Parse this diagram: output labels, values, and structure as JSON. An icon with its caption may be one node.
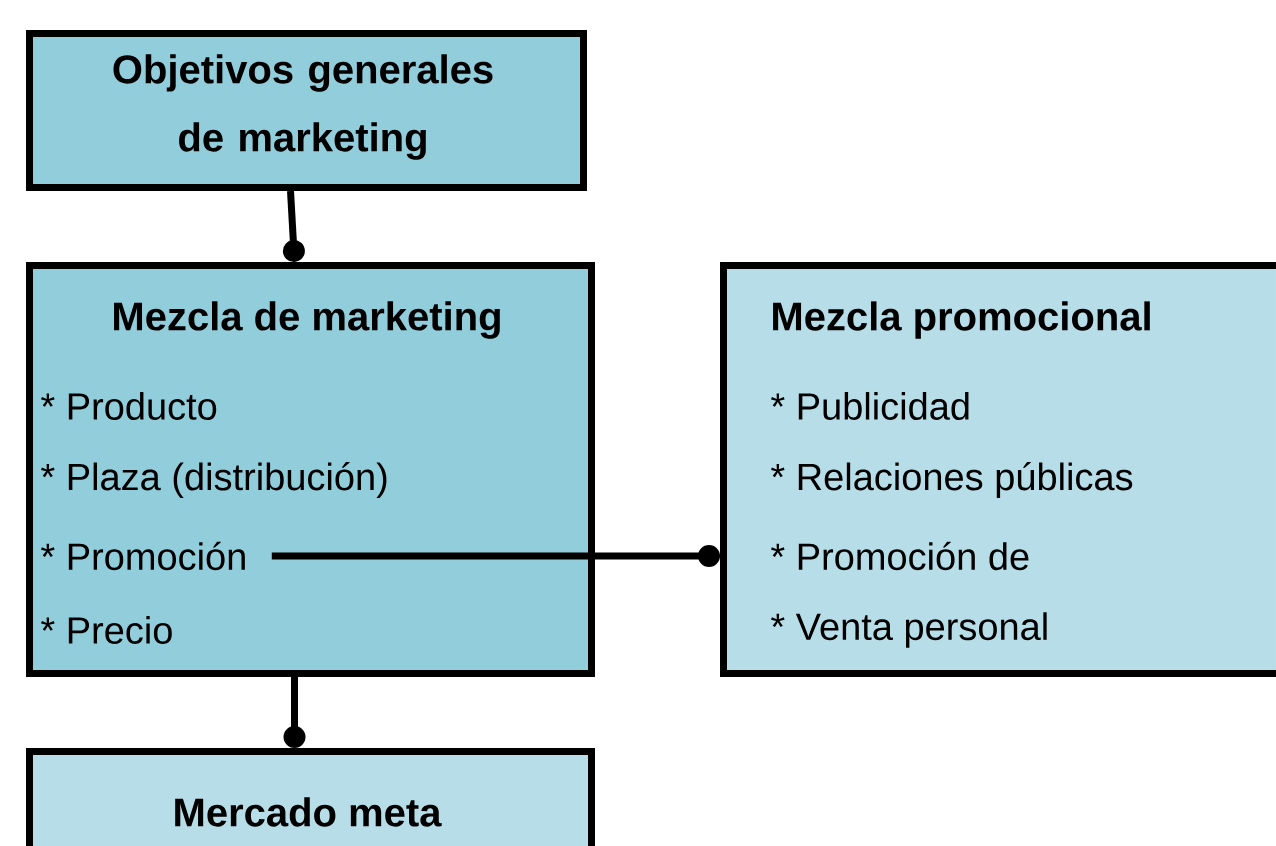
{
  "diagram": {
    "nodes": [
      {
        "text": [
          "Objetivos generales de marketing"
        ]
      },
      {
        "text": [
          "Mezcla de marketing",
          "* Producto",
          "* Plaza (distribución)",
          "* Promoción",
          "* Precio"
        ]
      },
      {
        "text": [
          "Mezcla promocional",
          "* Publicidad",
          "* Relaciones públicas",
          "* Promoción de",
          "* Venta personal"
        ]
      },
      {
        "text": [
          "Mercado meta"
        ]
      }
    ],
    "edges": [
      {
        "from": 0,
        "to": 1,
        "arrow": "other"
      },
      {
        "from": 1,
        "to": 2,
        "arrow": "other"
      },
      {
        "from": 1,
        "to": 3,
        "arrow": "other"
      }
    ]
  }
}
